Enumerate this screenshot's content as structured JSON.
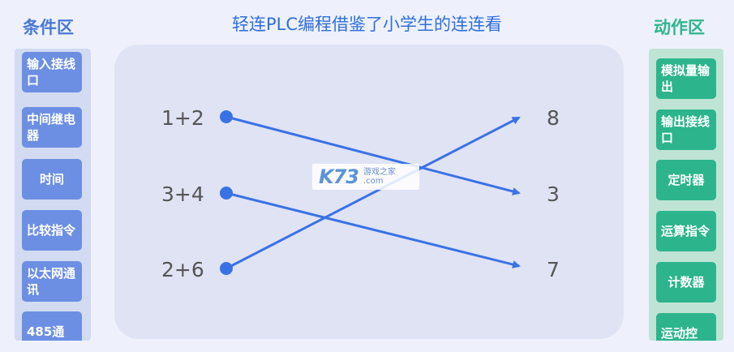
{
  "left_column": {
    "title": "条件区",
    "items": [
      "输入接线口",
      "中间继电器",
      "时间",
      "比较指令",
      "以太网通讯",
      "485通"
    ]
  },
  "right_column": {
    "title": "动作区",
    "items": [
      "模拟量输出",
      "输出接线口",
      "定时器",
      "运算指令",
      "计数器",
      "运动控"
    ]
  },
  "headline": "轻连PLC编程借鉴了小学生的连连看",
  "matching": {
    "left_labels": [
      "1+2",
      "3+4",
      "2+6"
    ],
    "right_labels": [
      "8",
      "3",
      "7"
    ],
    "connections": [
      {
        "from": "1+2",
        "to": "3"
      },
      {
        "from": "3+4",
        "to": "7"
      },
      {
        "from": "2+6",
        "to": "8"
      }
    ]
  },
  "watermark": {
    "logo": "K73",
    "line1": "游戏之家",
    "line2": ".com"
  },
  "colors": {
    "left_accent": "#4a78d8",
    "right_accent": "#2fb58d",
    "connector": "#3a72e6"
  }
}
